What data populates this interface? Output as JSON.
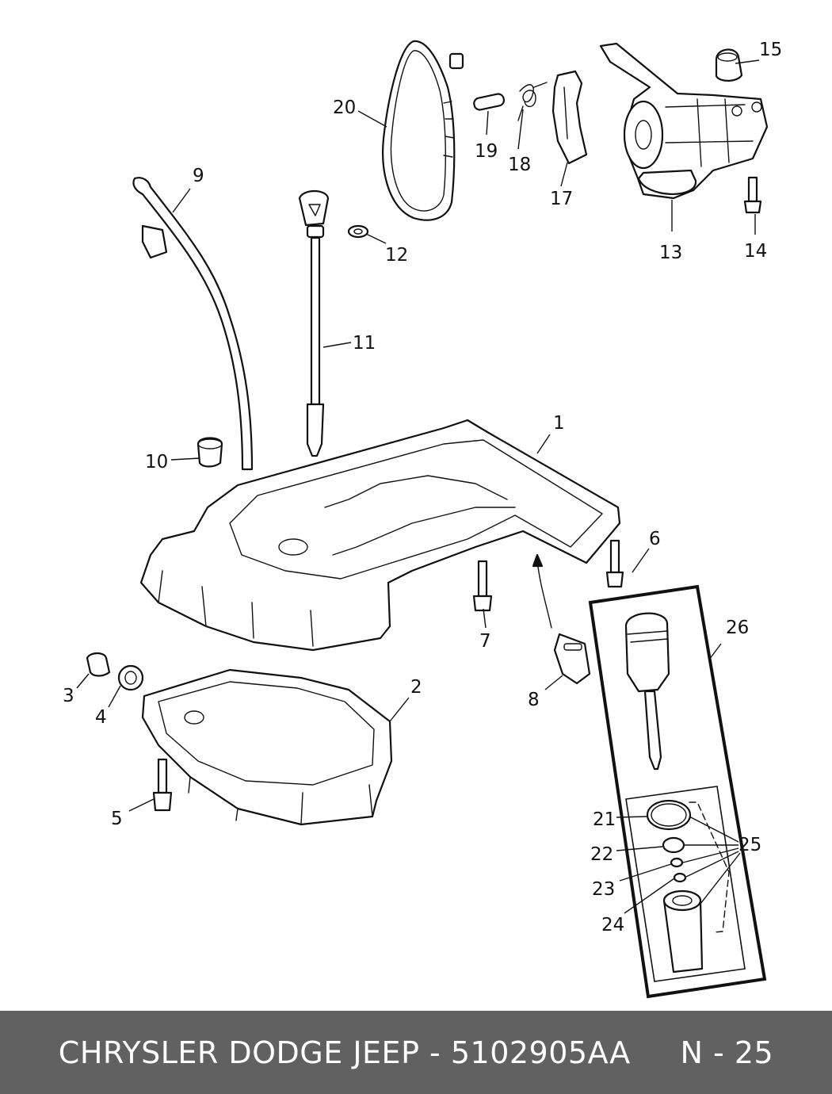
{
  "diagram": {
    "callouts": {
      "c1": "1",
      "c2": "2",
      "c3": "3",
      "c4": "4",
      "c5": "5",
      "c6": "6",
      "c7": "7",
      "c8": "8",
      "c9": "9",
      "c10": "10",
      "c11": "11",
      "c12": "12",
      "c13": "13",
      "c14": "14",
      "c15": "15",
      "c17": "17",
      "c18": "18",
      "c19": "19",
      "c20": "20",
      "c21": "21",
      "c22": "22",
      "c23": "23",
      "c24": "24",
      "c25": "25",
      "c26": "26"
    }
  },
  "footer": {
    "text": "CHRYSLER DODGE JEEP - 5102905AA     N - 25",
    "background": "#616161",
    "color": "#ffffff"
  }
}
